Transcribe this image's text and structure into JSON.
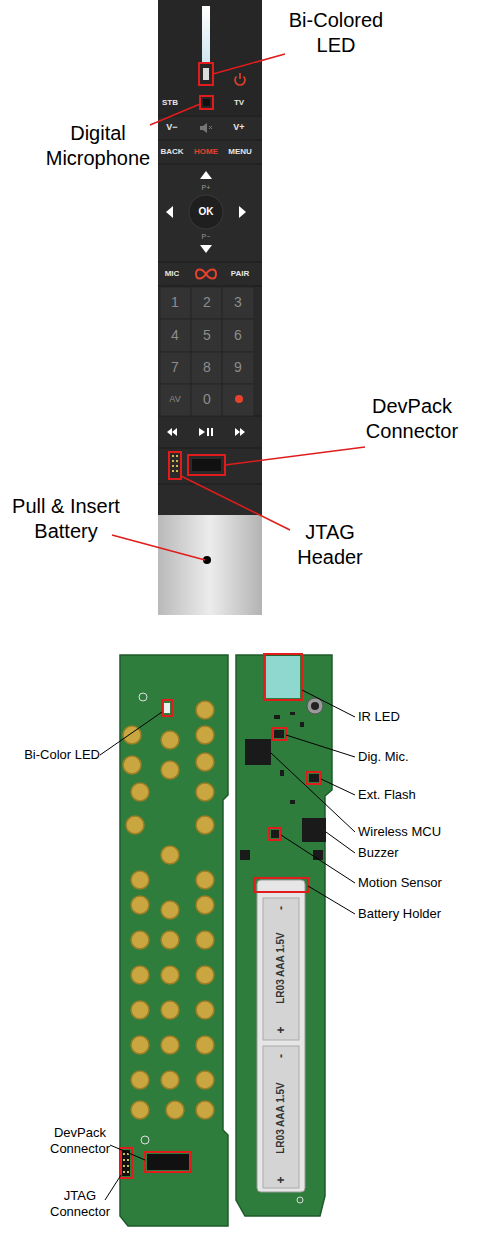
{
  "diagram": {
    "labels": [
      "Bi-Colored LED",
      "Digital Microphone",
      "STB",
      "TV",
      "V−",
      "V+",
      "BACK",
      "HOME",
      "MENU",
      "P+",
      "OK",
      "P−",
      "MIC",
      "PAIR",
      "1",
      "2",
      "3",
      "4",
      "5",
      "6",
      "7",
      "8",
      "9",
      "AV",
      "0",
      "DevPack Connector",
      "Pull & Insert Battery",
      "JTAG Header",
      "Bi-Color LED",
      "IR LED",
      "Dig. Mic.",
      "Ext. Flash",
      "Wireless MCU",
      "Buzzer",
      "Motion Sensor",
      "Battery Holder",
      "LR03 AAA 1.5V",
      "-",
      "+",
      "LR03 AAA 1.5V",
      "-",
      "+",
      "DevPack Connector",
      "JTAG Connector"
    ]
  }
}
